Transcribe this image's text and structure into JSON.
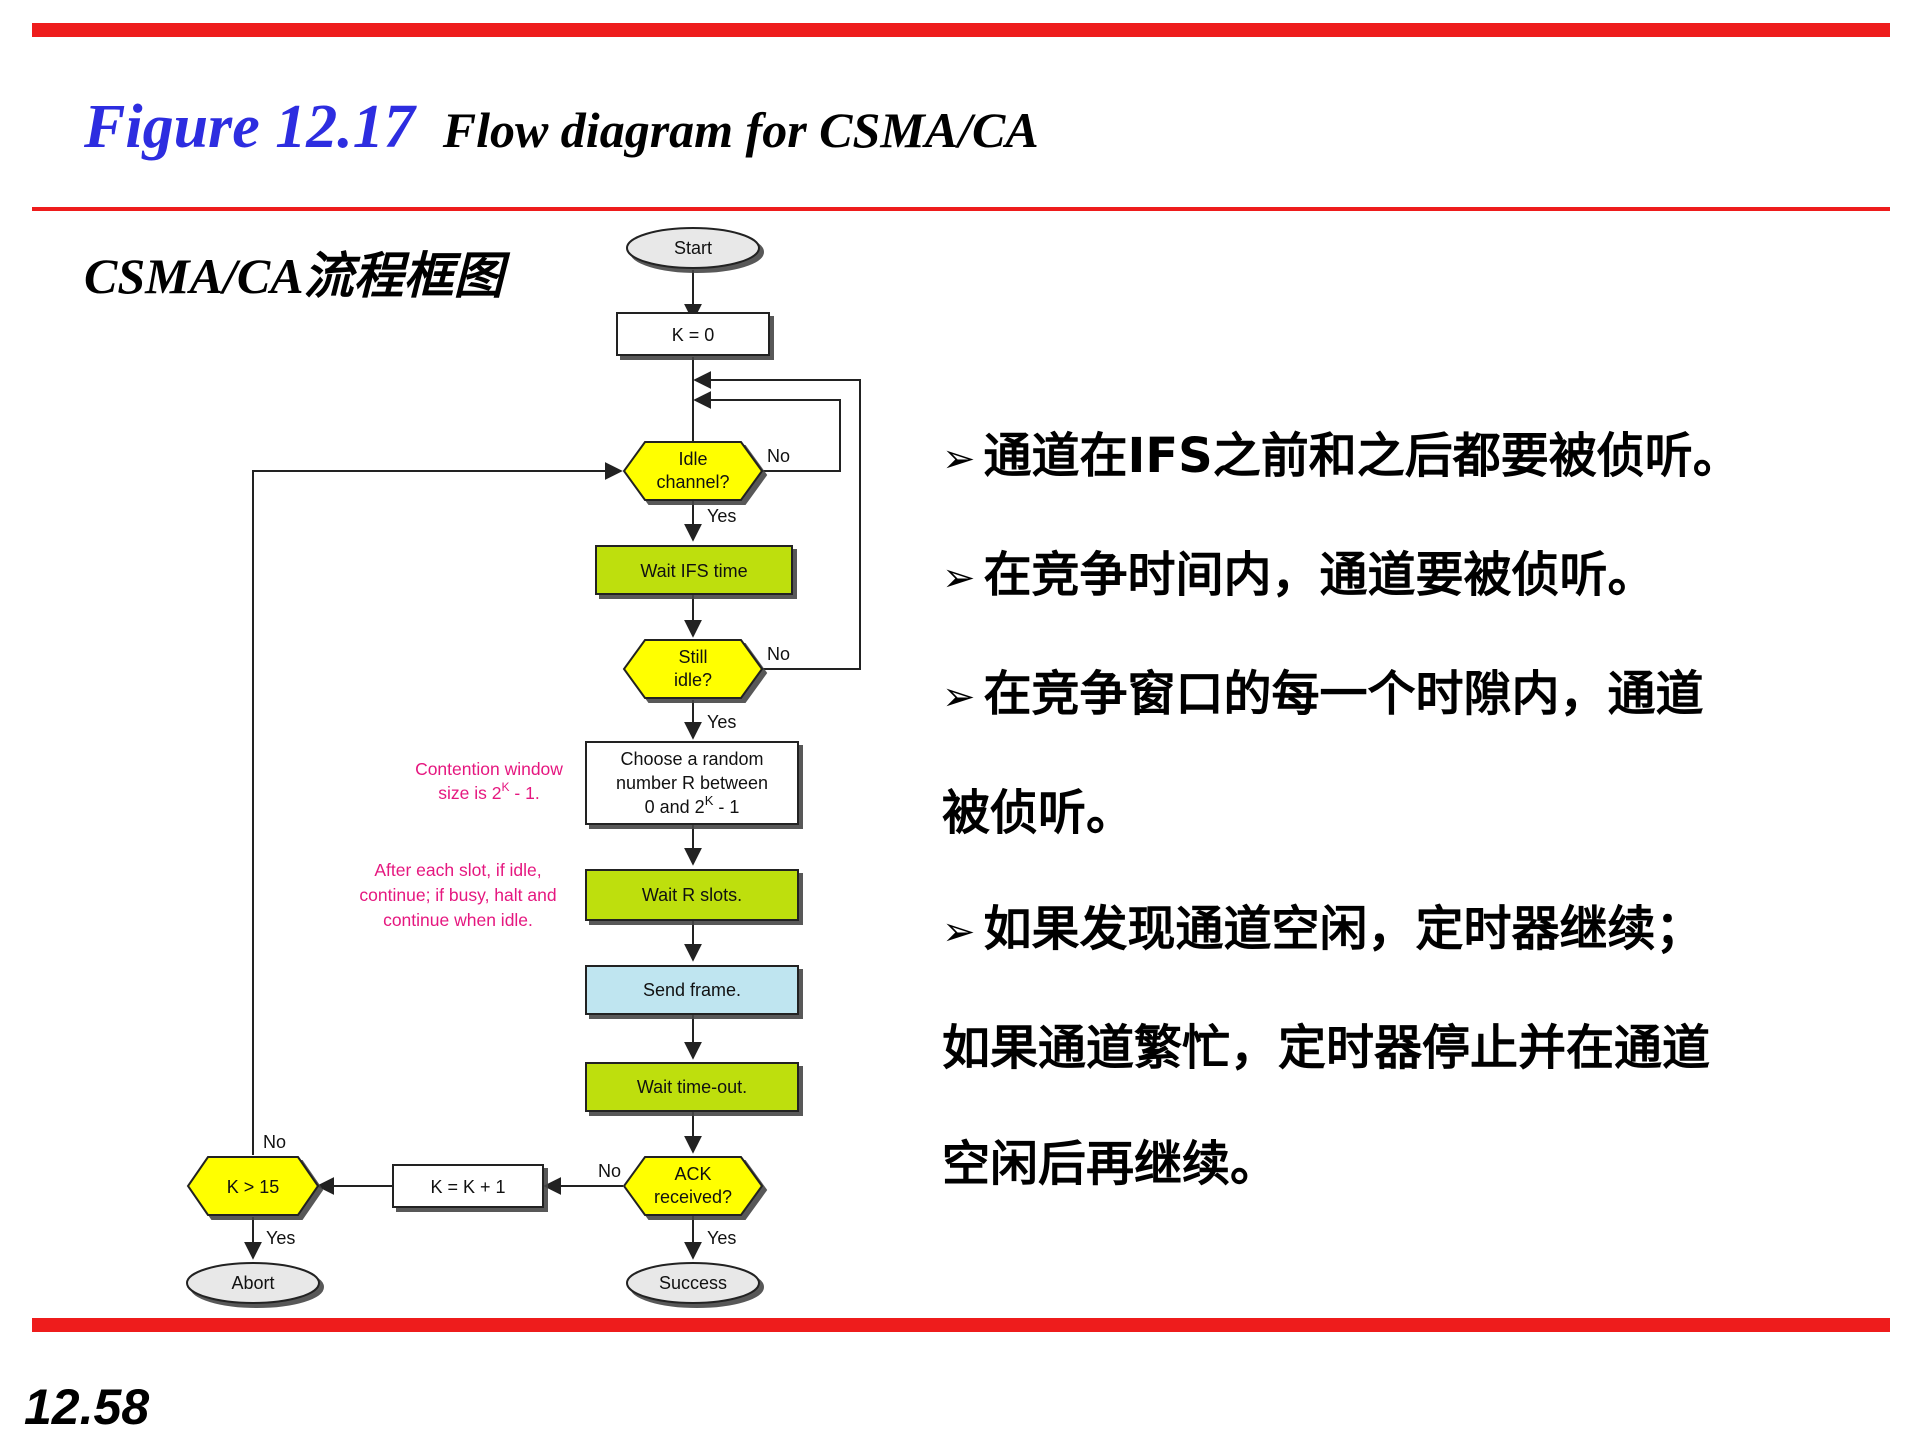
{
  "header": {
    "figure_number": "Figure 12.17",
    "figure_caption": "Flow diagram for CSMA/CA"
  },
  "subtitle": "CSMA/CA流程框图",
  "flowchart": {
    "start": "Start",
    "k_zero": "K = 0",
    "idle_channel": [
      "Idle",
      "channel?"
    ],
    "wait_ifs": "Wait IFS time",
    "still_idle": [
      "Still",
      "idle?"
    ],
    "choose_random": [
      "Choose a random",
      "number R between",
      "0 and 2",
      "K",
      " - 1"
    ],
    "wait_r": "Wait R slots.",
    "send_frame": "Send frame.",
    "wait_timeout": "Wait time-out.",
    "ack_received": [
      "ACK",
      "received?"
    ],
    "k_increment": "K = K + 1",
    "k_gt_15": "K > 15",
    "abort": "Abort",
    "success": "Success",
    "label_yes": "Yes",
    "label_no": "No",
    "note_contention": [
      "Contention window",
      "size is 2",
      "K",
      " - 1."
    ],
    "note_slot": [
      "After each slot, if idle,",
      "continue; if busy, halt and",
      "continue when idle."
    ],
    "colors": {
      "decision_fill": "#ffff00",
      "process_green": "#bedf0a",
      "process_blue": "#bfe5f0",
      "terminal_fill": "#e8e8e8",
      "note_color": "#e5177f"
    }
  },
  "bullets": {
    "marker": "➢",
    "item1": "通道在IFS之前和之后都要被侦听。",
    "item2": "在竞争时间内，通道要被侦听。",
    "item3_line1": "在竞争窗口的每一个时隙内，通道",
    "item3_line2": "被侦听。",
    "item4_line1": "如果发现通道空闲，定时器继续；",
    "item4_line2": "如果通道繁忙，定时器停止并在通道",
    "item4_line3": "空闲后再继续。"
  },
  "footer": {
    "page_number": "12.58"
  }
}
